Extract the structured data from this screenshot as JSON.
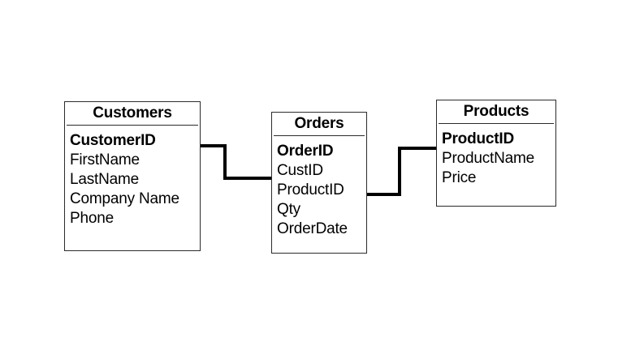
{
  "diagram": {
    "type": "entity-relationship-diagram",
    "background_color": "#ffffff",
    "line_color": "#000000",
    "border_color": "#2b2b2b",
    "entities": [
      {
        "id": "customers",
        "title": "Customers",
        "fields": [
          {
            "name": "CustomerID",
            "key": true
          },
          {
            "name": "FirstName",
            "key": false
          },
          {
            "name": "LastName",
            "key": false
          },
          {
            "name": "Company Name",
            "key": false
          },
          {
            "name": "Phone",
            "key": false
          }
        ]
      },
      {
        "id": "orders",
        "title": "Orders",
        "fields": [
          {
            "name": "OrderID",
            "key": true
          },
          {
            "name": "CustID",
            "key": false
          },
          {
            "name": "ProductID",
            "key": false
          },
          {
            "name": "Qty",
            "key": false
          },
          {
            "name": "OrderDate",
            "key": false
          }
        ]
      },
      {
        "id": "products",
        "title": "Products",
        "fields": [
          {
            "name": "ProductID",
            "key": true
          },
          {
            "name": "ProductName",
            "key": false
          },
          {
            "name": "Price",
            "key": false
          }
        ]
      }
    ],
    "relationships": [
      {
        "id": "customers-orders",
        "from_entity": "Customers",
        "from_field": "CustomerID",
        "to_entity": "Orders",
        "to_field": "CustID"
      },
      {
        "id": "orders-products",
        "from_entity": "Orders",
        "from_field": "ProductID",
        "to_entity": "Products",
        "to_field": "ProductID"
      }
    ]
  }
}
